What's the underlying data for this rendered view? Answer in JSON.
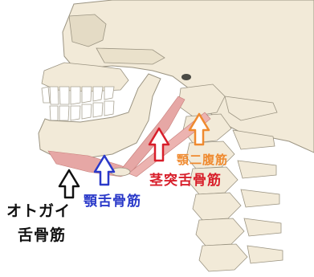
{
  "labels": {
    "otogai_line1": "オトガイ",
    "otogai_line2": "舌骨筋",
    "gakuzetsukotsu": "顎舌骨筋",
    "keitotsuzetsukotsu": "茎突舌骨筋",
    "gakunifukukin": "顎二腹筋"
  },
  "colors": {
    "black_arrow": "#111111",
    "blue_arrow": "#2a39c9",
    "red_arrow": "#d81e2a",
    "orange_arrow": "#ef8a2f",
    "muscle": "#e6a7a5",
    "bone": "#f2ead8",
    "bone_outline": "#9b9482"
  }
}
